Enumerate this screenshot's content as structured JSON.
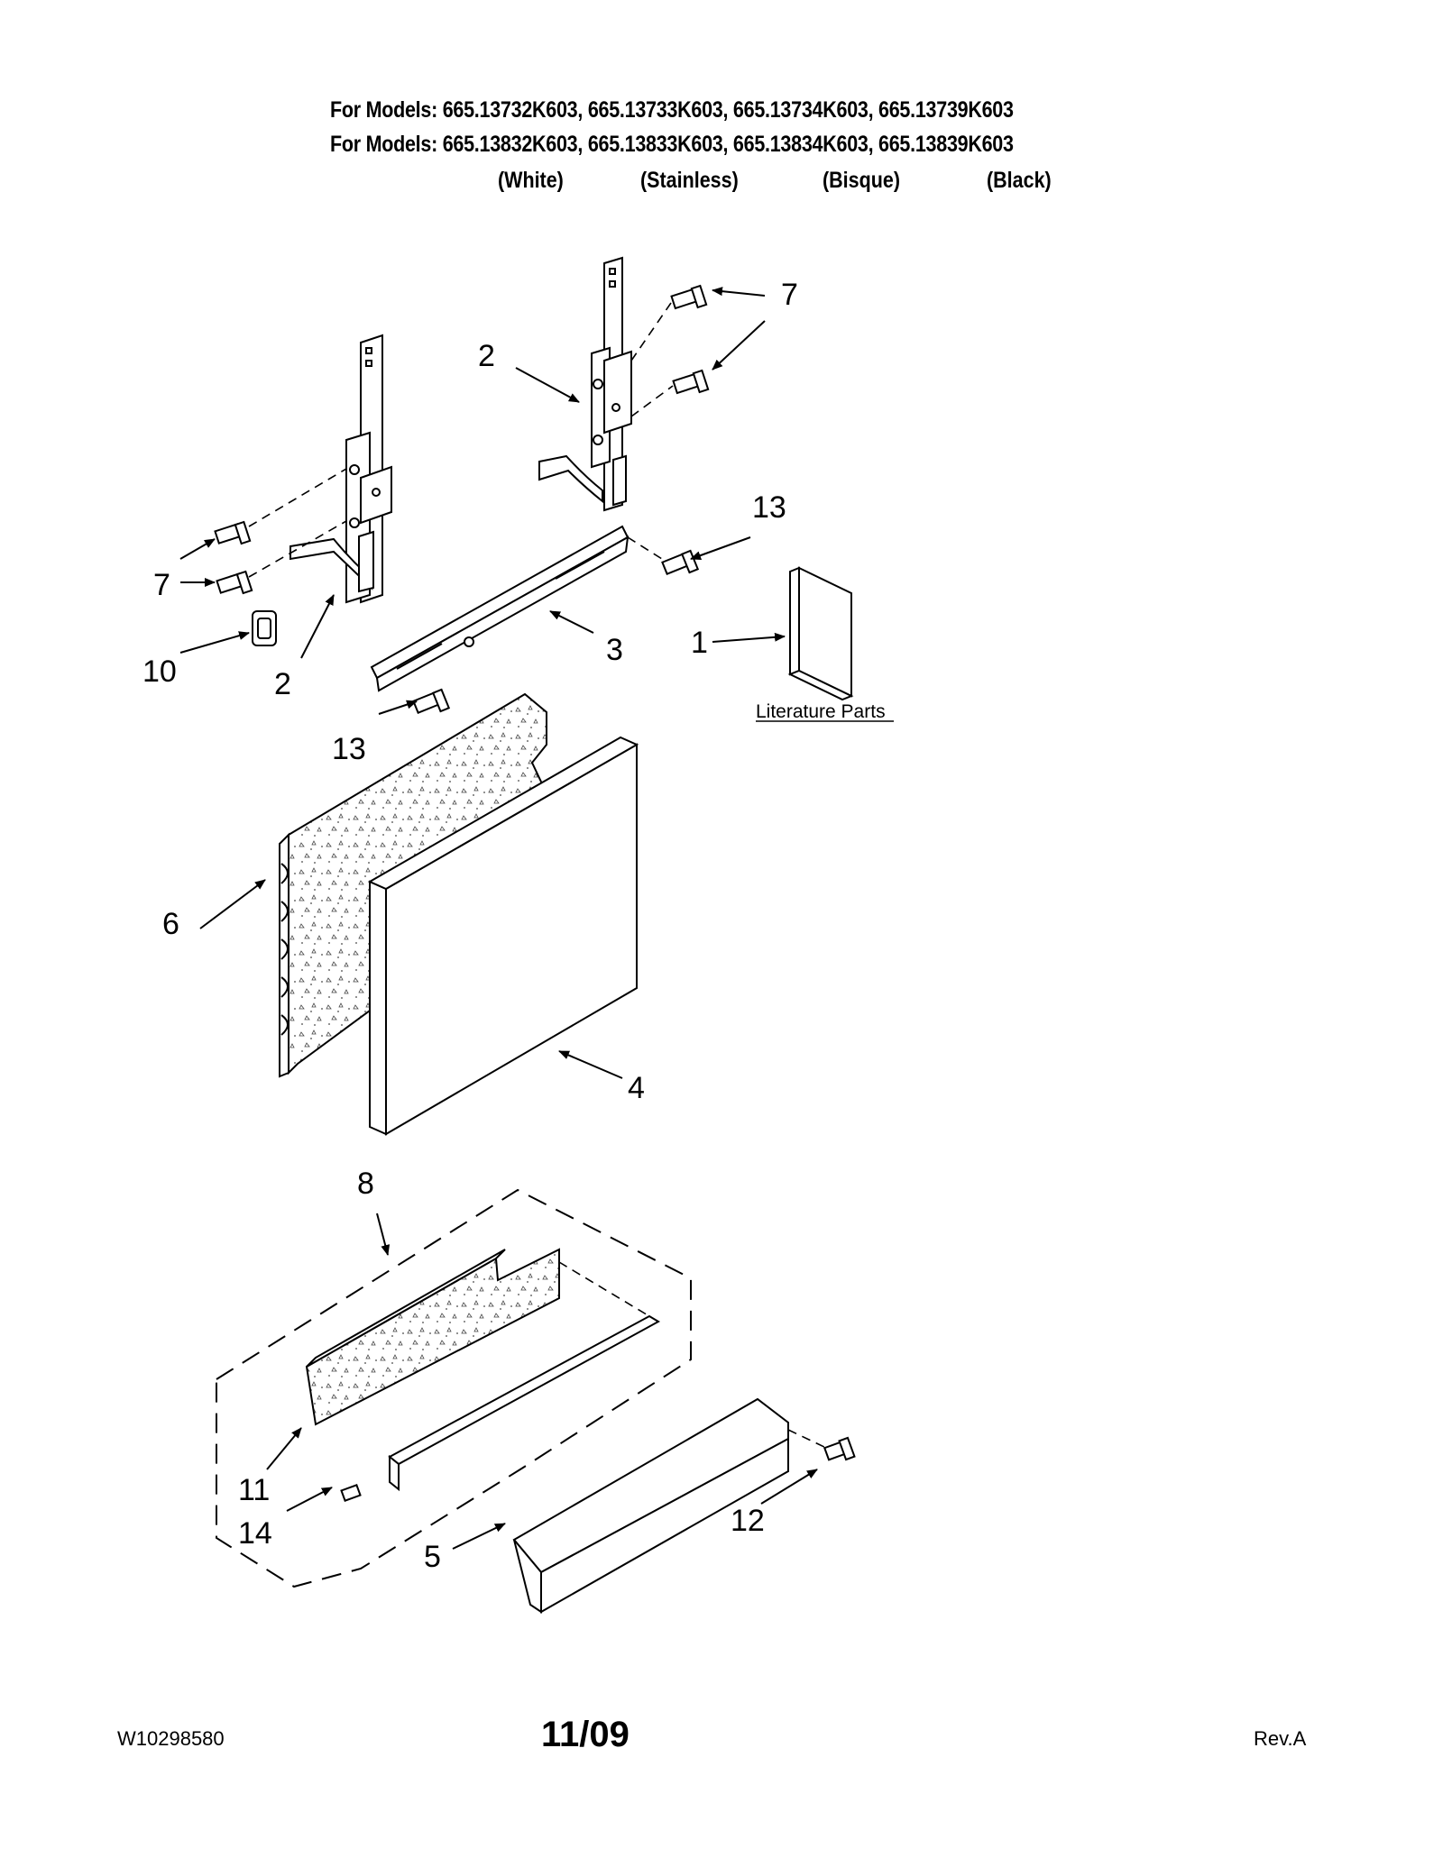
{
  "header": {
    "models_line_1": "For Models: 665.13732K603, 665.13733K603, 665.13734K603, 665.13739K603",
    "models_line_2": "For Models: 665.13832K603, 665.13833K603, 665.13834K603, 665.13839K603",
    "finishes": [
      "(White)",
      "(Stainless)",
      "(Bisque)",
      "(Black)"
    ]
  },
  "callouts": {
    "c1": "1",
    "c2a": "2",
    "c2b": "2",
    "c3": "3",
    "c4": "4",
    "c5": "5",
    "c6": "6",
    "c7a": "7",
    "c7b": "7",
    "c8": "8",
    "c10": "10",
    "c11": "11",
    "c12": "12",
    "c13a": "13",
    "c13b": "13",
    "c14": "14"
  },
  "literature_label": "Literature Parts",
  "footer": {
    "doc_number": "W10298580",
    "date": "11/09",
    "revision": "Rev.A"
  }
}
